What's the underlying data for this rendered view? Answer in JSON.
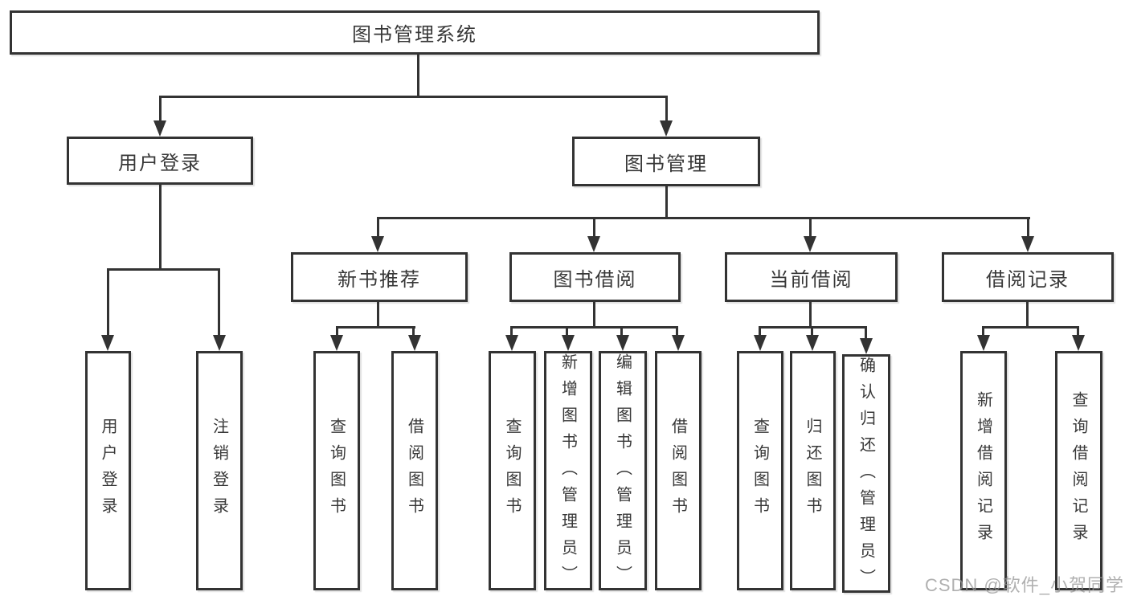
{
  "tree": {
    "root": {
      "label": "图书管理系统",
      "children": [
        {
          "label": "用户登录",
          "children": [
            {
              "label": "用户登录"
            },
            {
              "label": "注销登录"
            }
          ]
        },
        {
          "label": "图书管理",
          "children": [
            {
              "label": "新书推荐",
              "children": [
                {
                  "label": "查询图书"
                },
                {
                  "label": "借阅图书"
                }
              ]
            },
            {
              "label": "图书借阅",
              "children": [
                {
                  "label": "查询图书"
                },
                {
                  "label": "新增图书（管理员）"
                },
                {
                  "label": "编辑图书（管理员）"
                },
                {
                  "label": "借阅图书"
                }
              ]
            },
            {
              "label": "当前借阅",
              "children": [
                {
                  "label": "查询图书"
                },
                {
                  "label": "归还图书"
                },
                {
                  "label": "确认归还（管理员）"
                }
              ]
            },
            {
              "label": "借阅记录",
              "children": [
                {
                  "label": "新增借阅记录"
                },
                {
                  "label": "查询借阅记录"
                }
              ]
            }
          ]
        }
      ]
    }
  },
  "watermark": {
    "text": "CSDN @软件_小贺同学",
    "color": "#b6b6b6"
  },
  "colors": {
    "line": "#333333",
    "text": "#383838",
    "box_background": "#ffffff",
    "page_background": "#ffffff"
  }
}
